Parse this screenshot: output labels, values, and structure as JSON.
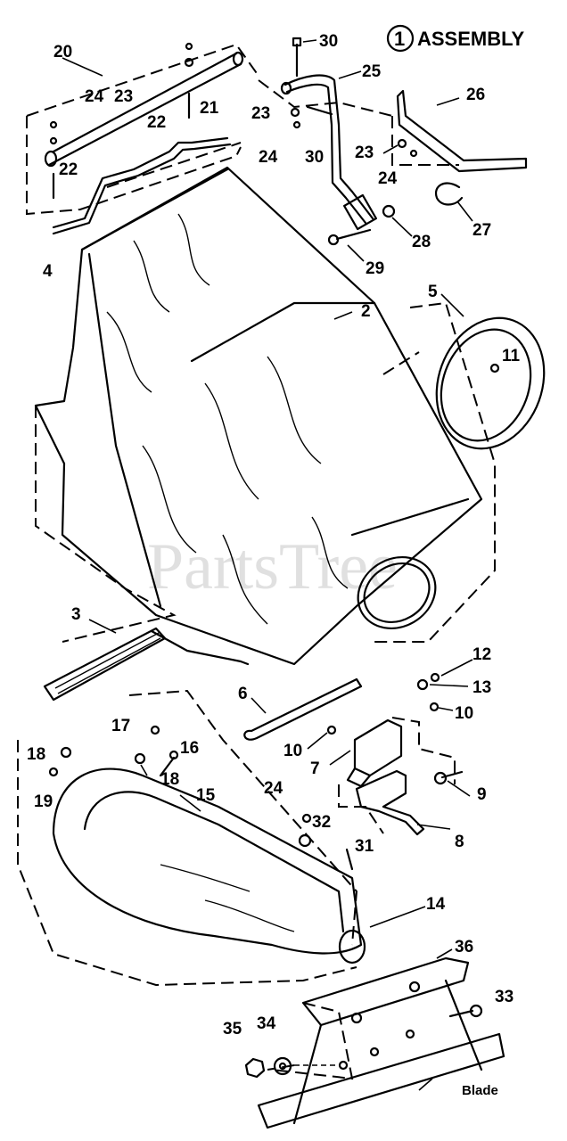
{
  "title": {
    "number": "1",
    "text": "ASSEMBLY"
  },
  "watermark": "PartsTree",
  "blade_label": "Blade",
  "callouts": [
    {
      "id": "c20",
      "label": "20"
    },
    {
      "id": "c24a",
      "label": "24"
    },
    {
      "id": "c23a",
      "label": "23"
    },
    {
      "id": "c21",
      "label": "21"
    },
    {
      "id": "c22a",
      "label": "22"
    },
    {
      "id": "c22b",
      "label": "22"
    },
    {
      "id": "c4",
      "label": "4"
    },
    {
      "id": "c30a",
      "label": "30"
    },
    {
      "id": "c25",
      "label": "25"
    },
    {
      "id": "c23b",
      "label": "23"
    },
    {
      "id": "c24b",
      "label": "24"
    },
    {
      "id": "c30b",
      "label": "30"
    },
    {
      "id": "c26",
      "label": "26"
    },
    {
      "id": "c23c",
      "label": "23"
    },
    {
      "id": "c24c",
      "label": "24"
    },
    {
      "id": "c27",
      "label": "27"
    },
    {
      "id": "c28",
      "label": "28"
    },
    {
      "id": "c29",
      "label": "29"
    },
    {
      "id": "c2",
      "label": "2"
    },
    {
      "id": "c5",
      "label": "5"
    },
    {
      "id": "c11",
      "label": "11"
    },
    {
      "id": "c3",
      "label": "3"
    },
    {
      "id": "c12",
      "label": "12"
    },
    {
      "id": "c13",
      "label": "13"
    },
    {
      "id": "c10a",
      "label": "10"
    },
    {
      "id": "c6",
      "label": "6"
    },
    {
      "id": "c10b",
      "label": "10"
    },
    {
      "id": "c7",
      "label": "7"
    },
    {
      "id": "c17",
      "label": "17"
    },
    {
      "id": "c16",
      "label": "16"
    },
    {
      "id": "c18a",
      "label": "18"
    },
    {
      "id": "c18b",
      "label": "18"
    },
    {
      "id": "c19",
      "label": "19"
    },
    {
      "id": "c9",
      "label": "9"
    },
    {
      "id": "c24d",
      "label": "24"
    },
    {
      "id": "c15",
      "label": "15"
    },
    {
      "id": "c32",
      "label": "32"
    },
    {
      "id": "c31",
      "label": "31"
    },
    {
      "id": "c8",
      "label": "8"
    },
    {
      "id": "c14",
      "label": "14"
    },
    {
      "id": "c36",
      "label": "36"
    },
    {
      "id": "c33",
      "label": "33"
    },
    {
      "id": "c35",
      "label": "35"
    },
    {
      "id": "c34",
      "label": "34"
    }
  ]
}
